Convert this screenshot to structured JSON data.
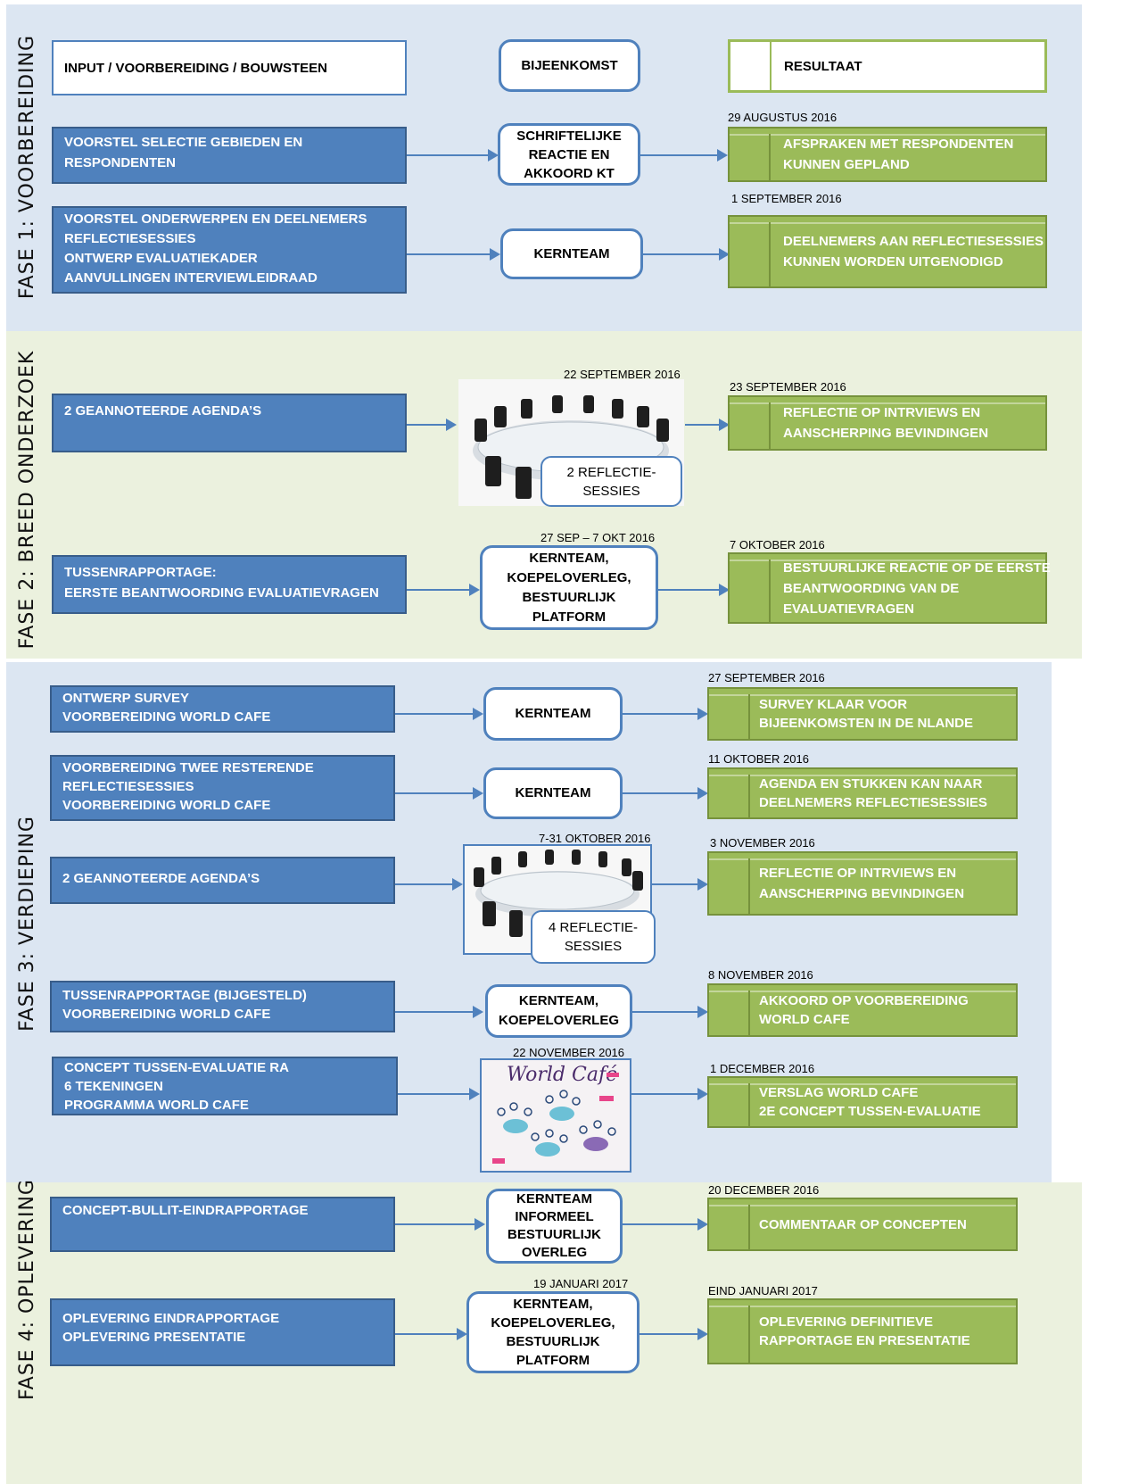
{
  "colors": {
    "phase_blue_bg": "#dce6f2",
    "phase_green_bg": "#ebf1de",
    "input_fill": "#4f81bd",
    "result_fill": "#9bbb59",
    "arrow": "#4f81bd"
  },
  "phases": [
    {
      "label": "FASE 1: VOORBEREIDING"
    },
    {
      "label": "FASE 2: BREED ONDERZOEK"
    },
    {
      "label": "FASE 3: VERDIEPING"
    },
    {
      "label": "FASE 4: OPLEVERING"
    }
  ],
  "headers": {
    "input": "INPUT / VOORBEREIDING / BOUWSTEEN",
    "meeting": "BIJEENKOMST",
    "result": "RESULTAAT"
  },
  "rows": [
    {
      "input": [
        "VOORSTEL SELECTIE  GEBIEDEN EN",
        "RESPONDENTEN"
      ],
      "meeting": [
        "SCHRIFTELIJKE",
        "REACTIE EN",
        "AKKOORD KT"
      ],
      "date": "29 AUGUSTUS  2016",
      "result": [
        "AFSPRAKEN MET RESPONDENTEN",
        "KUNNEN GEPLAND"
      ]
    },
    {
      "input": [
        "VOORSTEL ONDERWERPEN EN DEELNEMERS",
        "REFLECTIESESSIES",
        "ONTWERP EVALUATIEKADER",
        "AANVULLINGEN INTERVIEWLEIDRAAD"
      ],
      "meeting": [
        "KERNTEAM"
      ],
      "date": "1 SEPTEMBER  2016",
      "result": [
        "DEELNEMERS AAN REFLECTIESESSIES",
        "KUNNEN  WORDEN UITGENODIGD"
      ]
    },
    {
      "input": [
        "2 GEANNOTEERDE AGENDA’S"
      ],
      "meeting_date": "22 SEPTEMBER  2016",
      "meeting_caption": [
        "2 REFLECTIE-",
        "SESSIES"
      ],
      "meeting_image": "conference-table-photo",
      "date": "23 SEPTEMBER  2016",
      "result": [
        "REFLECTIE OP INTRVIEWS EN",
        "AANSCHERPING BEVINDINGEN"
      ]
    },
    {
      "input": [
        "TUSSENRAPPORTAGE:",
        "EERSTE BEANTWOORDING EVALUATIEVRAGEN"
      ],
      "meeting_date": "27 SEP – 7 OKT 2016",
      "meeting": [
        "KERNTEAM,",
        "KOEPELOVERLEG,",
        "BESTUURLIJK",
        "PLATFORM"
      ],
      "date": "7 OKTOBER 2016",
      "result": [
        "BESTUURLIJKE REACTIE OP DE EERSTE",
        "BEANTWOORDING VAN DE",
        "EVALUATIEVRAGEN"
      ]
    },
    {
      "input": [
        "ONTWERP SURVEY",
        "VOORBEREIDING WORLD CAFE"
      ],
      "meeting": [
        "KERNTEAM"
      ],
      "date": "27 SEPTEMBER  2016",
      "result": [
        "SURVEY  KLAAR VOOR",
        "BIJEENKOMSTEN IN DE NLANDE"
      ]
    },
    {
      "input": [
        "VOORBEREIDING  TWEE RESTERENDE",
        "REFLECTIESESSIES",
        "VOORBEREIDING WORLD CAFE"
      ],
      "meeting": [
        "KERNTEAM"
      ],
      "date": "11 OKTOBER 2016",
      "result": [
        "AGENDA EN STUKKEN KAN NAAR",
        "DEELNEMERS  REFLECTIESESSIES"
      ]
    },
    {
      "input": [
        "2 GEANNOTEERDE AGENDA’S"
      ],
      "meeting_date": "7-31 OKTOBER 2016",
      "meeting_caption": [
        "4 REFLECTIE-",
        "SESSIES"
      ],
      "meeting_image": "conference-table-photo",
      "date": "3 NOVEMBER  2016",
      "result": [
        "REFLECTIE OP INTRVIEWS EN",
        "AANSCHERPING BEVINDINGEN"
      ]
    },
    {
      "input": [
        "TUSSENRAPPORTAGE (BIJGESTELD)",
        "VOORBEREIDING WORLD CAFE"
      ],
      "meeting": [
        "KERNTEAM,",
        "KOEPELOVERLEG"
      ],
      "date": "8 NOVEMBER 2016",
      "result": [
        "AKKOORD OP VOORBEREIDING",
        "WORLD CAFE"
      ]
    },
    {
      "input": [
        "CONCEPT TUSSEN-EVALUATIE RA",
        "6 TEKENINGEN",
        "PROGRAMMA WORLD CAFE"
      ],
      "meeting_date": "22 NOVEMBER  2016",
      "meeting_image": "world-cafe-drawing",
      "image_text": "World Café",
      "date": "1 DECEMBER  2016",
      "result": [
        "VERSLAG WORLD CAFE",
        "2E CONCEPT TUSSEN-EVALUATIE"
      ]
    },
    {
      "input": [
        "CONCEPT-BULLIT-EINDRAPPORTAGE"
      ],
      "meeting": [
        "KERNTEAM",
        "INFORMEEL",
        "BESTUURLIJK",
        "OVERLEG"
      ],
      "date": "20 DECEMBER  2016",
      "result": [
        "COMMENTAAR OP CONCEPTEN"
      ]
    },
    {
      "input": [
        "OPLEVERING EINDRAPPORTAGE",
        "OPLEVERING PRESENTATIE"
      ],
      "meeting_date": "19 JANUARI 2017",
      "meeting": [
        "KERNTEAM,",
        "KOEPELOVERLEG,",
        "BESTUURLIJK",
        "PLATFORM"
      ],
      "date": "EIND JANUARI 2017",
      "result": [
        "OPLEVERING DEFINITIEVE",
        "RAPPORTAGE EN PRESENTATIE"
      ]
    }
  ]
}
